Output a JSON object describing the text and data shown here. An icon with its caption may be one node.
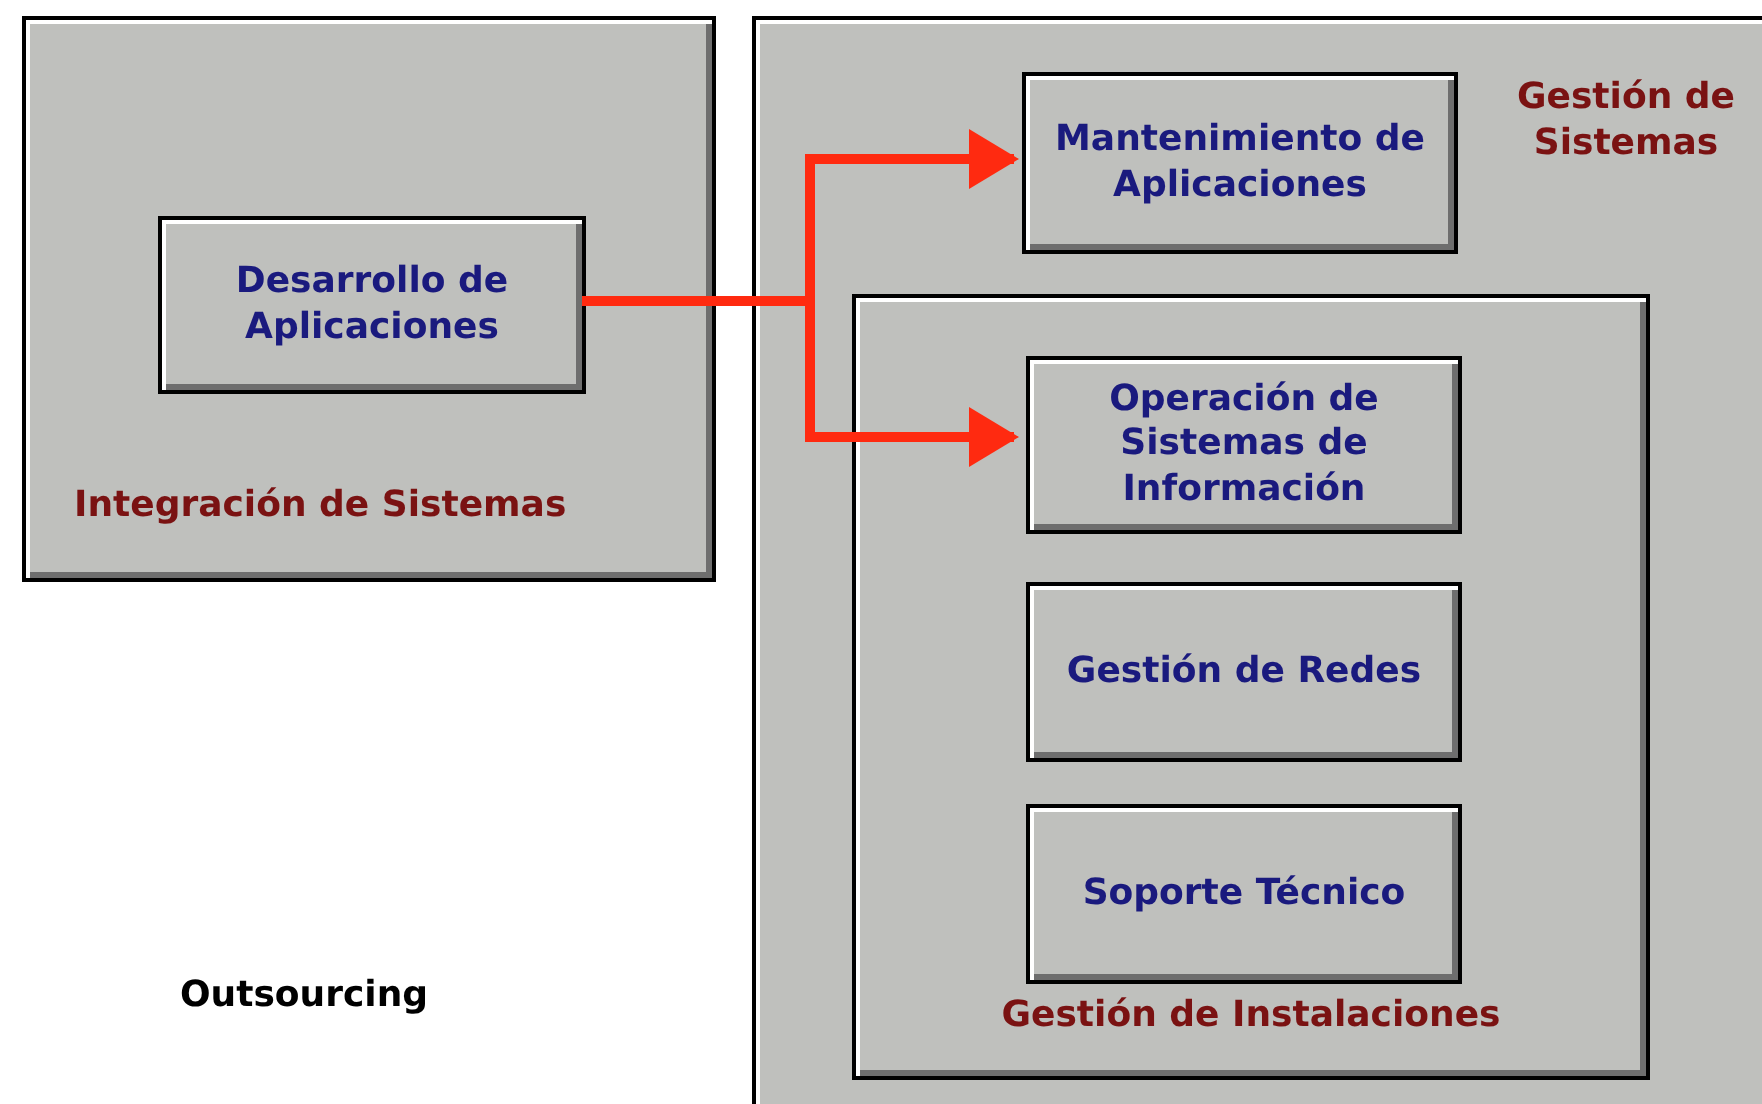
{
  "diagram": {
    "nodes": [
      {
        "text": [
          "Integración de Sistemas"
        ]
      },
      {
        "text": [
          "Desarrollo de Aplicaciones"
        ],
        "in": 0
      },
      {
        "text": [
          "Gestión de Sistemas"
        ]
      },
      {
        "text": [
          "Mantenimiento de Aplicaciones"
        ],
        "in": 2
      },
      {
        "text": [
          "Gestión de Instalaciones"
        ],
        "in": 2
      },
      {
        "text": [
          "Operación de Sistemas de Información"
        ],
        "in": 4
      },
      {
        "text": [
          "Gestión de Redes"
        ],
        "in": 4
      },
      {
        "text": [
          "Soporte Técnico"
        ],
        "in": 4
      }
    ],
    "edges": [
      {
        "from": 1,
        "to": 3,
        "arrow": "to"
      },
      {
        "from": 1,
        "to": 5,
        "arrow": "to"
      }
    ],
    "labels": [
      "Outsourcing"
    ]
  }
}
